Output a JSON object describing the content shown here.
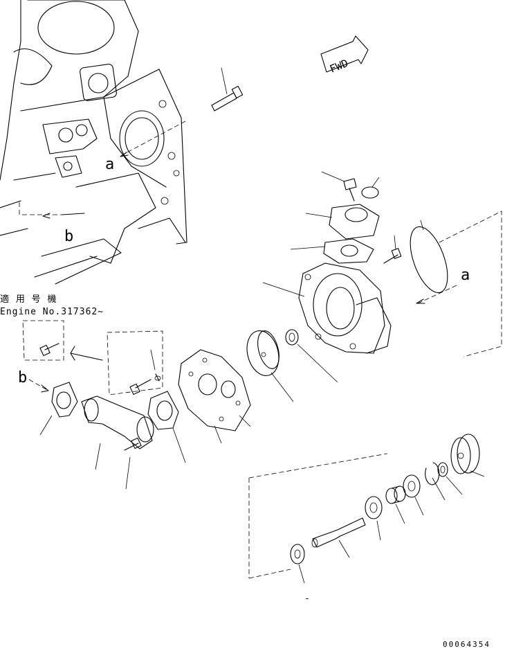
{
  "diagram": {
    "fwd_label": "FWD",
    "ref_a": "a",
    "ref_b": "b",
    "applicability_line1": "適 用 号 機",
    "applicability_line2": "Engine No.317362~",
    "drawing_code": "00064354",
    "stray_mark": "-"
  }
}
